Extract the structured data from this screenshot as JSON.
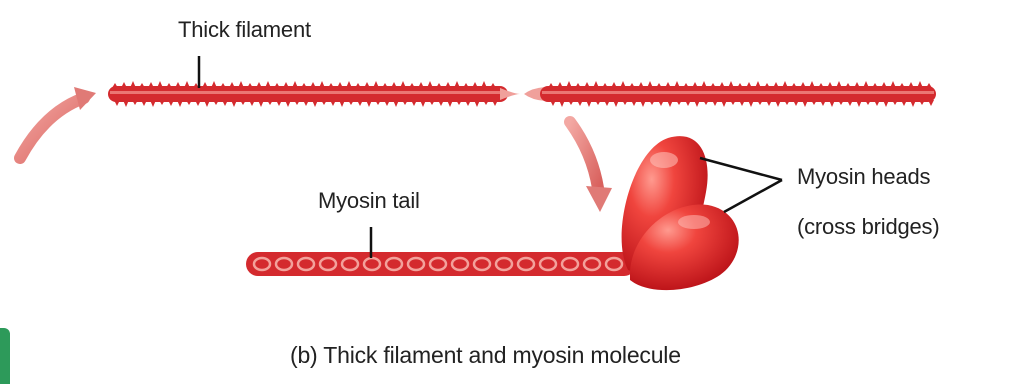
{
  "labels": {
    "thick_filament": "Thick filament",
    "myosin_tail": "Myosin tail",
    "myosin_heads": "Myosin heads",
    "cross_bridges": "(cross bridges)",
    "caption": "(b) Thick filament and myosin molecule"
  },
  "colors": {
    "filament": "#d42a2e",
    "filament_light": "#f08a84",
    "arrow": "#e07a76",
    "head_dark": "#c4151b",
    "head_light": "#f26a62",
    "leader_line": "#111111",
    "text": "#222222",
    "edge_accent": "#2d9a5a"
  }
}
